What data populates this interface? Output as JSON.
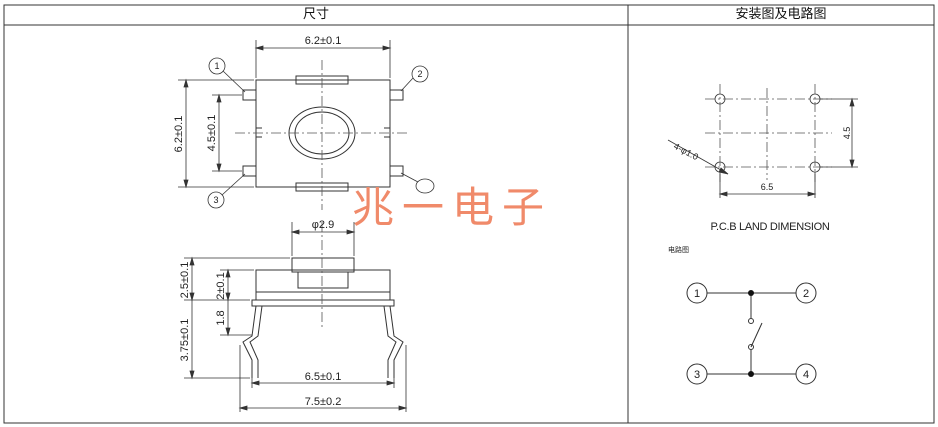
{
  "headers": {
    "left": "尺寸",
    "right": "安装图及电路图"
  },
  "dims": {
    "top_width": "6.2±0.1",
    "side_height": "6.2±0.1",
    "pin_spacing": "4.5±0.1",
    "stem_dia": "φ2.9",
    "body_h": "2.5±0.1",
    "cap_h": "2±0.1",
    "stem_h": "1.8",
    "total_h": "3.75±0.1",
    "pin_width": "6.5±0.1",
    "overall_width": "7.5±0.2"
  },
  "pins": {
    "p1": "1",
    "p2": "2",
    "p3": "3"
  },
  "watermark": "兆一电子",
  "pcb": {
    "hole": "4-φ1.0",
    "w": "6.5",
    "h": "4.5",
    "caption": "P.C.B LAND DIMENSION"
  },
  "circuit": {
    "title": "电路图",
    "n1": "1",
    "n2": "2",
    "n3": "3",
    "n4": "4"
  },
  "colors": {
    "line": "#333333",
    "watermark": "#f08a6a"
  }
}
